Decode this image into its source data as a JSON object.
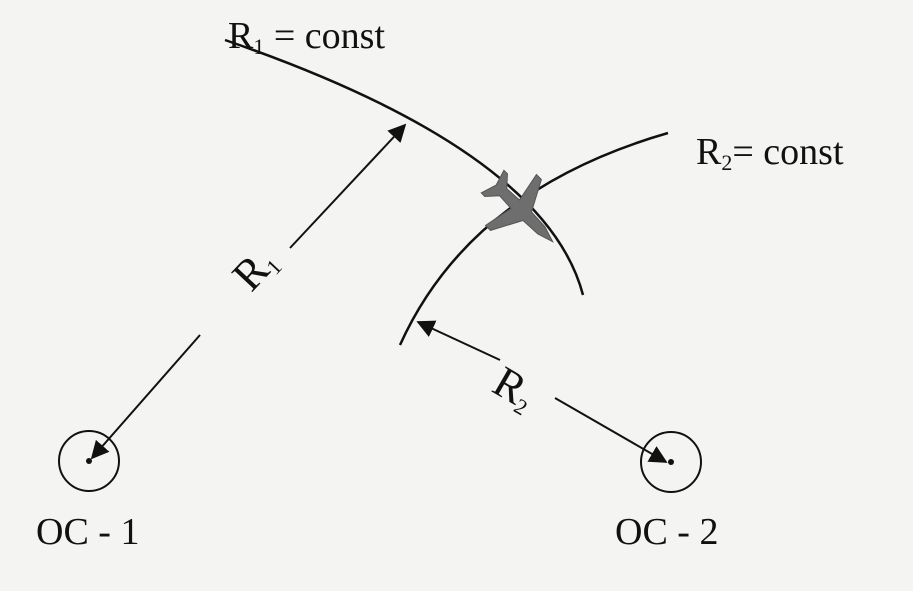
{
  "diagram": {
    "label_r1_const": {
      "main": "R",
      "sub": "1",
      "rest": "= const"
    },
    "label_r2_const": {
      "main": "R",
      "sub": "2",
      "rest": "= const"
    },
    "label_r1": {
      "main": "R",
      "sub": "1"
    },
    "label_r2": {
      "main": "R",
      "sub": "2"
    },
    "station_1": "OC - 1",
    "station_2": "OC - 2",
    "icons": [
      "aircraft-icon",
      "station-1-icon",
      "station-2-icon"
    ],
    "colors": {
      "background": "#f4f4f2",
      "ink": "#111111",
      "aircraft": "#6e6e6e"
    }
  }
}
